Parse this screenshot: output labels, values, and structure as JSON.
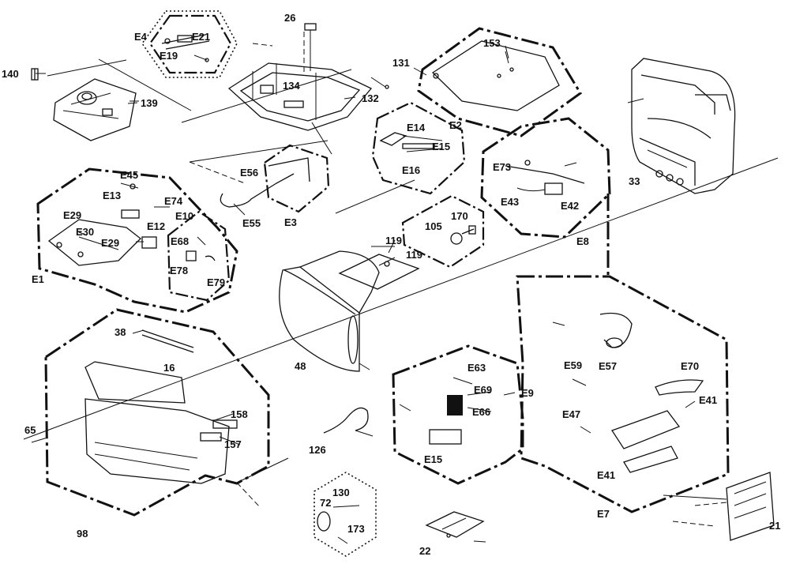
{
  "diagram": {
    "labels": {
      "l140": "140",
      "l139": "139",
      "lE4": "E4",
      "lE21": "E21",
      "lE19": "E19",
      "l26": "26",
      "l134": "134",
      "l132": "132",
      "l131": "131",
      "l153": "153",
      "lE2": "E2",
      "lE14": "E14",
      "lE15a": "E15",
      "lE16": "E16",
      "l33": "33",
      "lE45": "E45",
      "lE13": "E13",
      "lE74": "E74",
      "lE10": "E10",
      "lE29a": "E29",
      "lE30": "E30",
      "lE12": "E12",
      "lE29b": "E29",
      "lE68": "E68",
      "lE78": "E78",
      "lE79": "E79",
      "lE1": "E1",
      "lE56": "E56",
      "lE55": "E55",
      "lE3": "E3",
      "lE73": "E73",
      "lE43": "E43",
      "lE42": "E42",
      "lE8": "E8",
      "l105": "105",
      "l170": "170",
      "l119a": "119",
      "l119b": "119",
      "l38": "38",
      "l16": "16",
      "l48": "48",
      "lE63": "E63",
      "lE69": "E69",
      "lE9": "E9",
      "lE66": "E66",
      "lE15b": "E15",
      "lE59": "E59",
      "lE57": "E57",
      "lE70": "E70",
      "lE41a": "E41",
      "lE47": "E47",
      "lE41b": "E41",
      "lE7": "E7",
      "l65": "65",
      "l158": "158",
      "l157": "157",
      "l98": "98",
      "l126": "126",
      "l130": "130",
      "l72": "72",
      "l173": "173",
      "l22": "22",
      "l21": "21"
    }
  }
}
